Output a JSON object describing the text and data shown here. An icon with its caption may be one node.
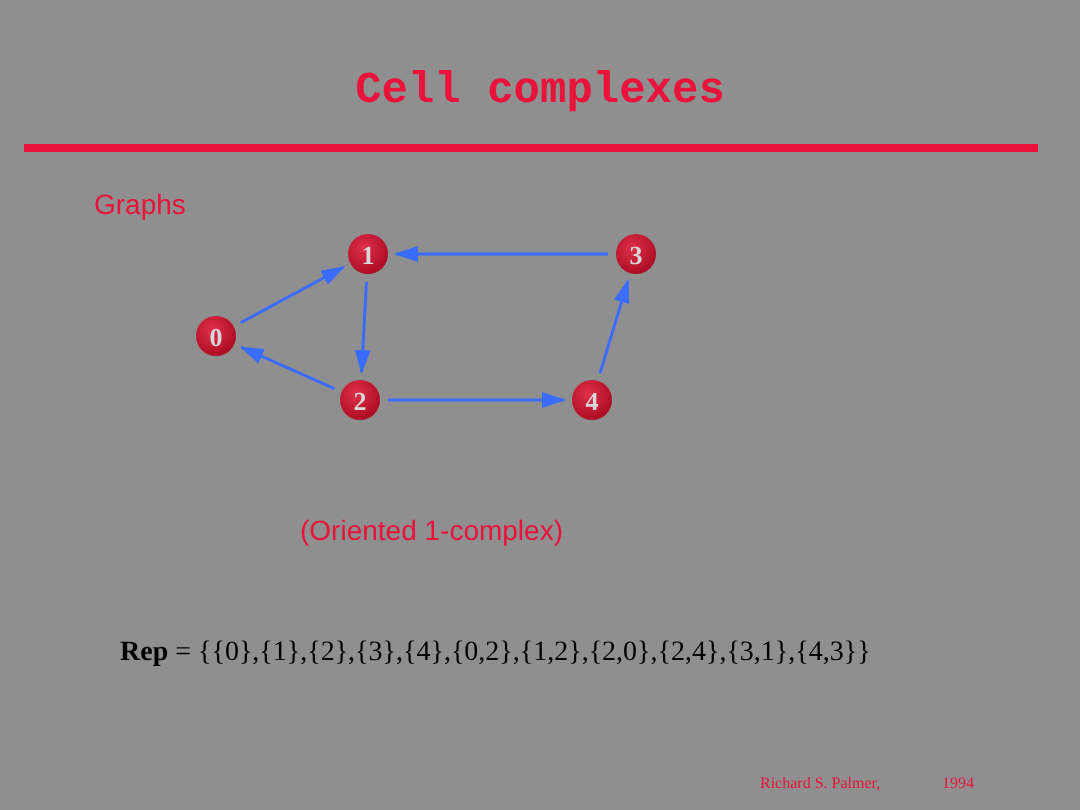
{
  "diagram": {
    "title": "Cell complexes",
    "nodes": [
      {
        "text": [
          "0"
        ]
      },
      {
        "text": [
          "1"
        ]
      },
      {
        "text": [
          "2"
        ]
      },
      {
        "text": [
          "3"
        ]
      },
      {
        "text": [
          "4"
        ]
      }
    ],
    "edges": [
      {
        "from": 0,
        "to": 1,
        "arrow": "to"
      },
      {
        "from": 1,
        "to": 2,
        "arrow": "to"
      },
      {
        "from": 2,
        "to": 0,
        "arrow": "to"
      },
      {
        "from": 2,
        "to": 4,
        "arrow": "to"
      },
      {
        "from": 4,
        "to": 3,
        "arrow": "to"
      },
      {
        "from": 3,
        "to": 1,
        "arrow": "to"
      }
    ],
    "labels": [
      "Graphs",
      "(Oriented 1-complex)",
      "**Rep** = {{0},{1},{2},{3},{4},{0,2},{1,2},{2,0},{2,4},{3,1},{4,3}}",
      "Richard S. Palmer,",
      "1994"
    ]
  }
}
